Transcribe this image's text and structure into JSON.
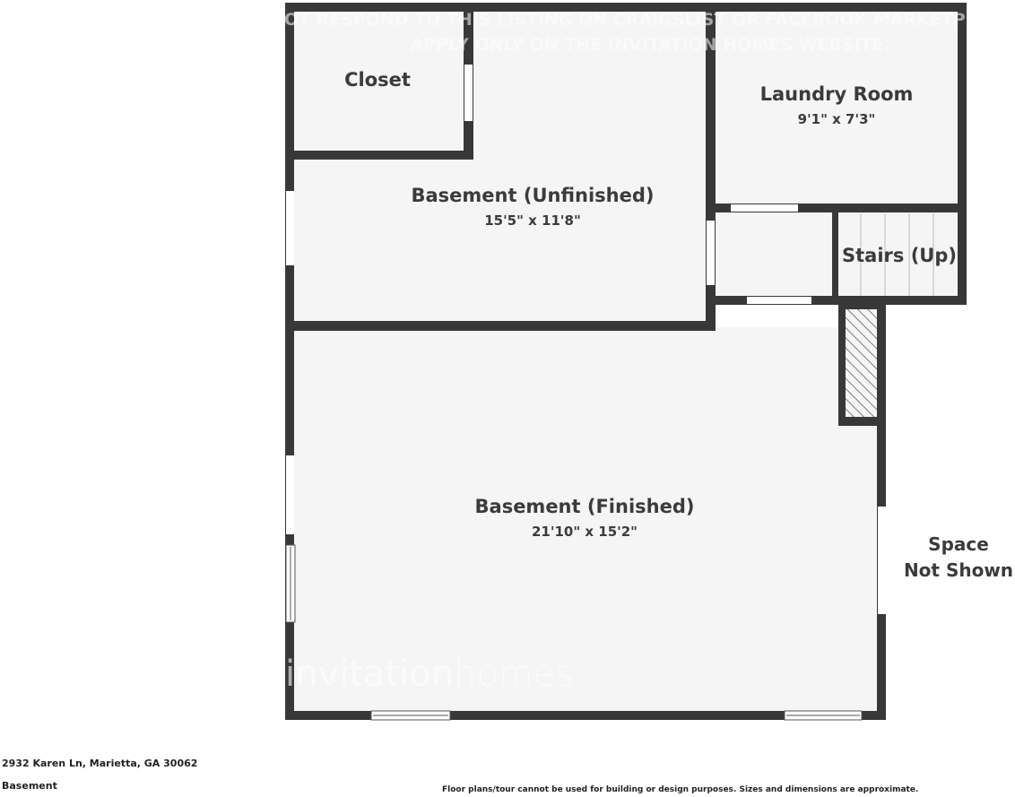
{
  "watermark": {
    "line1": "DO NOT RESPOND TO THIS LISTING ON CRAIGSLIST OR FACEBOOK MARKETPLACE.",
    "line2": "APPLY ONLY ON THE INVITATION HOMES WEBSITE.",
    "logo_part1": "invitation",
    "logo_part2": "homes"
  },
  "rooms": {
    "closet": {
      "name": "Closet"
    },
    "laundry": {
      "name": "Laundry Room",
      "dims": "9'1\" x 7'3\""
    },
    "unfinished": {
      "name": "Basement (Unfinished)",
      "dims": "15'5\" x 11'8\""
    },
    "stairs": {
      "name": "Stairs (Up)"
    },
    "finished": {
      "name": "Basement (Finished)",
      "dims": "21'10\" x 15'2\""
    }
  },
  "outside_label": {
    "line1": "Space",
    "line2": "Not Shown"
  },
  "footer": {
    "address": "2932 Karen Ln, Marietta, GA 30062",
    "level": "Basement",
    "disclaimer": "Floor plans/tour cannot be used for building or design purposes. Sizes and dimensions are approximate."
  },
  "colors": {
    "wall": "#383838",
    "floor": "#f5f5f5",
    "text": "#3b3b3b"
  }
}
